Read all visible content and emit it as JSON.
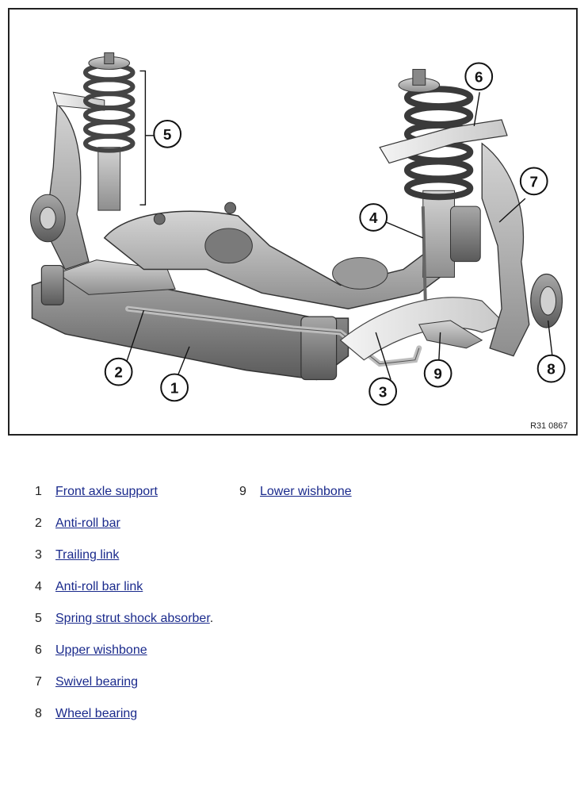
{
  "figure": {
    "reference": "R31 0867",
    "callouts": [
      "1",
      "2",
      "3",
      "4",
      "5",
      "6",
      "7",
      "8",
      "9"
    ]
  },
  "legend": {
    "column1": [
      {
        "number": "1",
        "label": "Front axle support",
        "suffix": ""
      },
      {
        "number": "2",
        "label": "Anti-roll bar",
        "suffix": ""
      },
      {
        "number": "3",
        "label": "Trailing link",
        "suffix": ""
      },
      {
        "number": "4",
        "label": "Anti-roll bar link",
        "suffix": ""
      },
      {
        "number": "5",
        "label": "Spring strut shock absorber",
        "suffix": "."
      },
      {
        "number": "6",
        "label": "Upper wishbone",
        "suffix": ""
      },
      {
        "number": "7",
        "label": "Swivel bearing",
        "suffix": ""
      },
      {
        "number": "8",
        "label": "Wheel bearing",
        "suffix": ""
      }
    ],
    "column2": [
      {
        "number": "9",
        "label": "Lower wishbone",
        "suffix": ""
      }
    ]
  }
}
